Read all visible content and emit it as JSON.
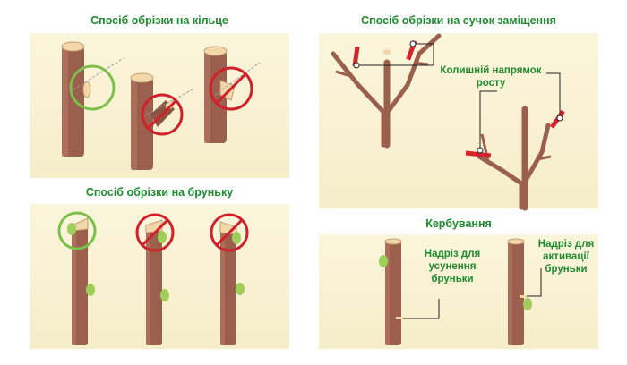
{
  "colors": {
    "title": "#1f8a2e",
    "panel": "#f6edc9",
    "wood": "#9b5f4d",
    "woodDark": "#7d4636",
    "cut": "#f2d8a8",
    "bud": "#9fcf5a",
    "ok": "#7cc04a",
    "no": "#d0202a",
    "mark": "#d6232b"
  },
  "sections": {
    "ring": {
      "title": "Спосіб обрізки на кільце"
    },
    "bud": {
      "title": "Спосіб обрізки на бруньку"
    },
    "replacement": {
      "title": "Спосіб обрізки на сучок заміщення",
      "label": "Колишній напрямок росту"
    },
    "scoring": {
      "title": "Кербування",
      "label_weaken": "Надріз для усунення бруньки",
      "label_activate": "Надріз для активації бруньки"
    }
  }
}
